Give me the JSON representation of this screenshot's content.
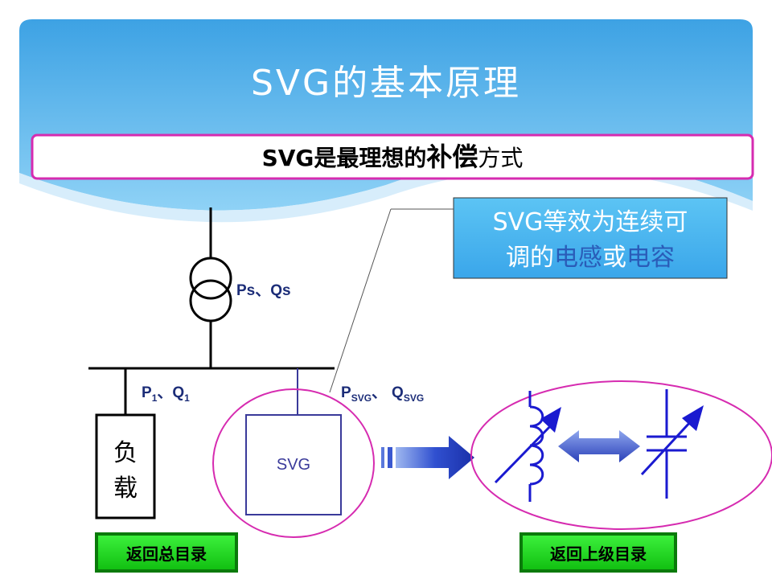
{
  "slide": {
    "title": "SVG的基本原理",
    "subtitle": {
      "pre": "SVG是最理想的",
      "bold": "补偿",
      "post": "方式"
    }
  },
  "callout": {
    "line1": "SVG等效为连续可",
    "line2_pre": "调的",
    "line2_a": "电感",
    "line2_mid": "或",
    "line2_b": "电容"
  },
  "diagram": {
    "source_label": "Ps、Qs",
    "load_flow": {
      "p": "P",
      "p_sub": "1",
      "sep": "、",
      "q": "Q",
      "q_sub": "1"
    },
    "svg_flow": {
      "p": "P",
      "p_sub": "SVG",
      "sep": "、",
      "q": "Q",
      "q_sub": "SVG"
    },
    "load_label": [
      "负",
      "载"
    ],
    "svg_box_label": "SVG"
  },
  "nav": {
    "back_main": "返回总目录",
    "back_parent": "返回上级目录"
  },
  "colors": {
    "header_blue": "#47a9e8",
    "callout_bg": "#4db8f0",
    "accent_magenta": "#d62bb0",
    "nav_green": "#22dd22",
    "arrow_blue": "#2b46c8"
  }
}
